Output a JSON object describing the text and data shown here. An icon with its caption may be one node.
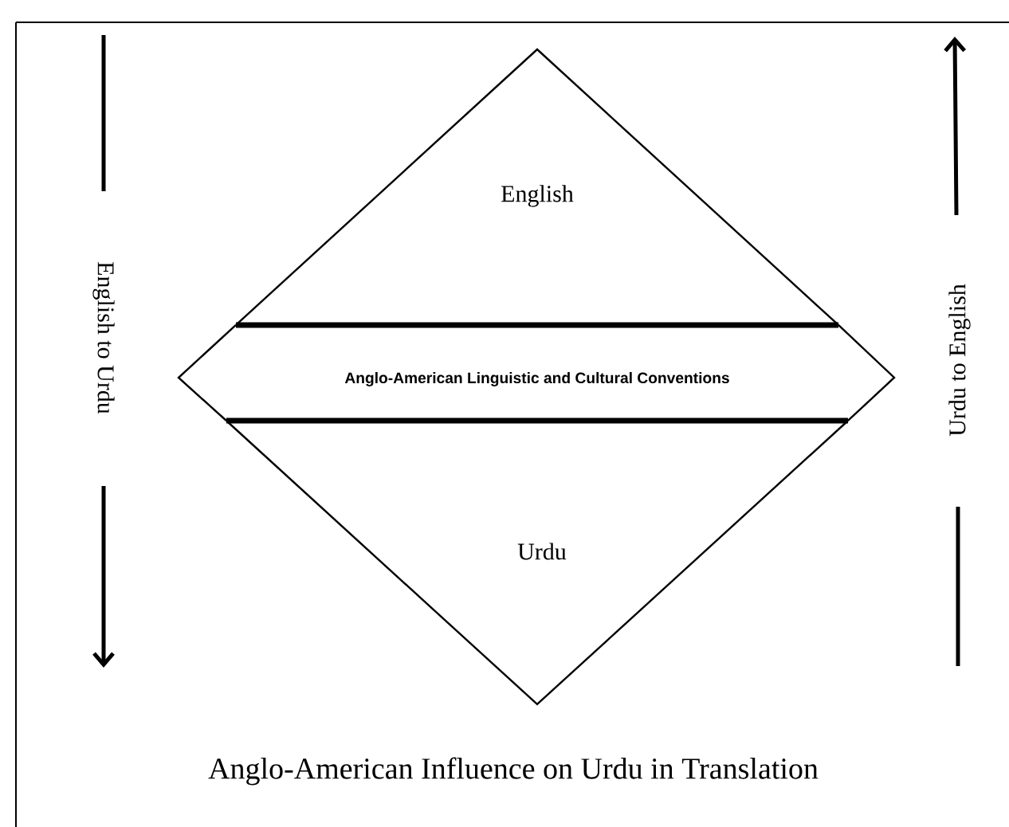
{
  "diagram": {
    "caption": "Anglo-American Influence on Urdu in Translation",
    "nodes": [
      {
        "text": [
          "English"
        ]
      },
      {
        "text": [
          "Anglo-American Linguistic and Cultural Conventions"
        ]
      },
      {
        "text": [
          "Urdu"
        ]
      }
    ],
    "labels": [
      "English to Urdu",
      "Urdu to English"
    ]
  }
}
